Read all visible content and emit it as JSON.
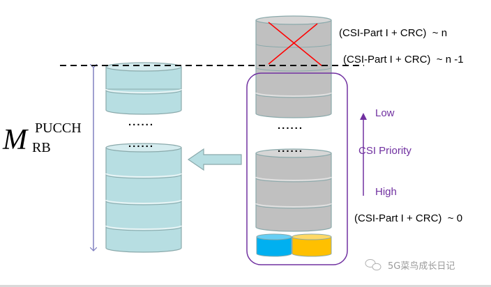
{
  "title": "CSI Part I omission to fit PUCCH resource blocks",
  "math_label": {
    "symbol": "M",
    "superscript": "PUCCH",
    "subscript": "RB"
  },
  "right_labels": {
    "top_n": "(CSI-Part I + CRC)  ~ n",
    "top_n_minus_1": "(CSI-Part I + CRC)  ~ n -1",
    "bottom_0": "(CSI-Part I + CRC)  ~ 0"
  },
  "priority": {
    "low": "Low",
    "axis_label": "CSI Priority",
    "high": "High"
  },
  "ellipsis": "......",
  "watermark": {
    "icon": "wechat-icon",
    "text": "5G菜鸟成长日记"
  },
  "colors": {
    "left_stack_fill": "#b7dee2",
    "left_stack_top": "#d5ecef",
    "right_stack_fill": "#c0c0c0",
    "right_stack_top": "#d6d6d6",
    "stroke": "#8aa9ab",
    "cross": "#ff0000",
    "priority_purple": "#7030a0",
    "rb_arrow": "#8080c0",
    "part2_blue": "#00b0f0",
    "part2_yellow": "#ffc000",
    "dashed_line": "#000000"
  }
}
